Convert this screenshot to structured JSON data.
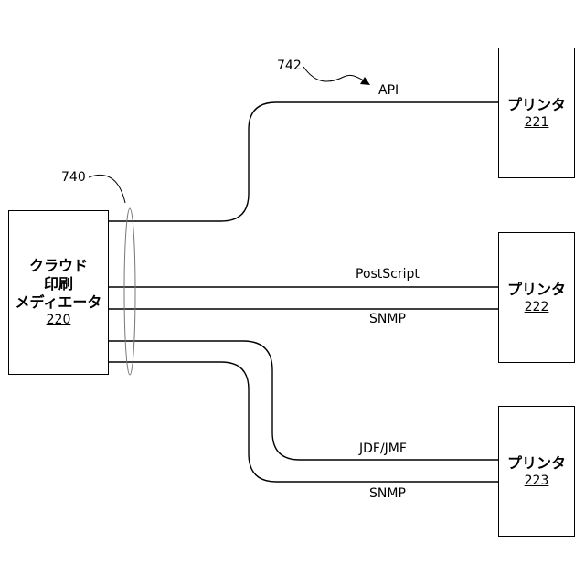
{
  "mediator": {
    "name_lines": [
      "クラウド",
      "印刷",
      "メディエータ"
    ],
    "number": "220"
  },
  "printers": [
    {
      "name": "プリンタ",
      "number": "221"
    },
    {
      "name": "プリンタ",
      "number": "222"
    },
    {
      "name": "プリンタ",
      "number": "223"
    }
  ],
  "connections": {
    "api": "API",
    "postscript": "PostScript",
    "snmp_1": "SNMP",
    "jdf_jmf": "JDF/JMF",
    "snmp_2": "SNMP"
  },
  "refs": {
    "bundle": "740",
    "api_ref": "742"
  }
}
